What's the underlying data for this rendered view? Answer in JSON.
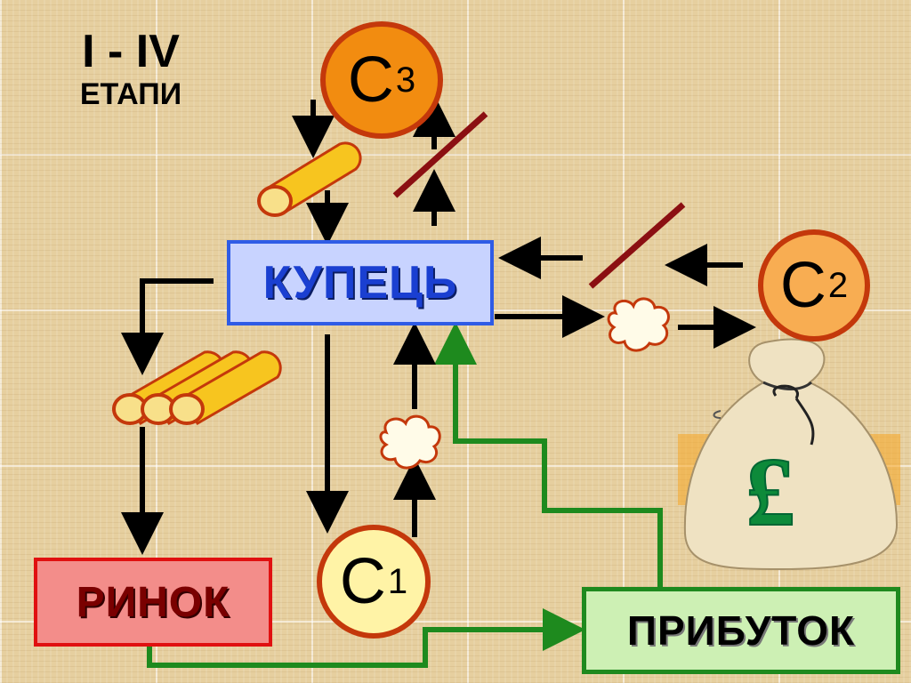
{
  "title": {
    "line1": "I - IV",
    "line2": "ЕТАПИ"
  },
  "boxes": {
    "merchant": "КУПЕЦЬ",
    "market": "РИНОК",
    "profit": "ПРИБУТОК"
  },
  "circles": {
    "c3": {
      "letter": "С",
      "index": "3"
    },
    "c2": {
      "letter": "С",
      "index": "2"
    },
    "c1": {
      "letter": "С",
      "index": "1"
    }
  },
  "money_symbol": "£",
  "colors": {
    "arrow": "#000000",
    "profit_line": "#1e8a1e",
    "blocked_bar": "#8b0f12",
    "merchant_box": "#2f5ce6",
    "market_box": "#e01010"
  },
  "icons": [
    "log-icon",
    "log-bundle-icon",
    "cotton-icon",
    "money-bag-icon",
    "pound-sign-icon"
  ]
}
